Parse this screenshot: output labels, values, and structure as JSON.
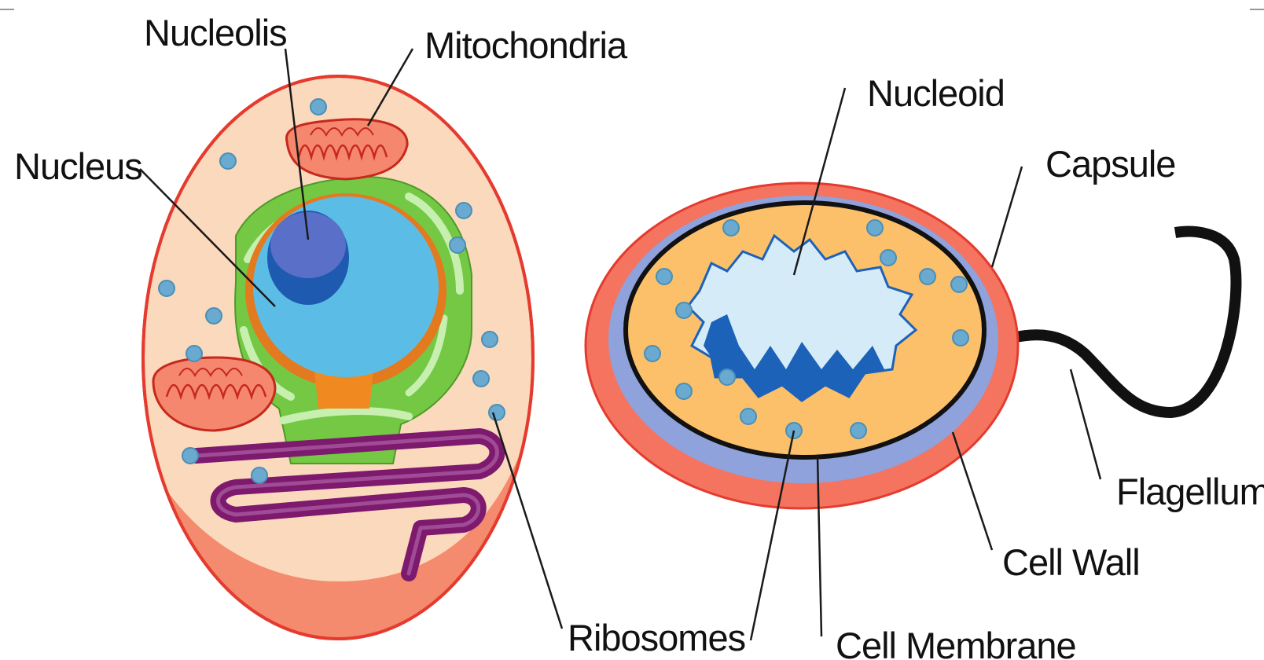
{
  "labels": {
    "nucleolis": "Nucleolis",
    "mitochondria": "Mitochondria",
    "nucleus": "Nucleus",
    "ribosomes": "Ribosomes",
    "nucleoid": "Nucleoid",
    "capsule": "Capsule",
    "flagellum": "Flagellum",
    "cell_wall": "Cell Wall",
    "cell_membrane": "Cell Membrane"
  },
  "colors": {
    "cell_outline": "#e53b2f",
    "cytoplasm_euk": "#fbd9bd",
    "cell_rim_euk": "#f48a6e",
    "nucleus_fill": "#5bbde6",
    "nucleolus_fill": "#5a6fc8",
    "nuclear_envelope": "#e37a1f",
    "er_green": "#74c843",
    "er_light": "#c7efb0",
    "golgi_purple": "#7d1a6e",
    "mito_fill": "#f4876e",
    "ribosome": "#6aaad0",
    "capsule_red": "#f4745f",
    "cell_wall_blue": "#8fa2dc",
    "cytoplasm_prok": "#fcc06a",
    "nucleoid_light": "#d5ecf8",
    "nucleoid_dark": "#1c62b8",
    "flagellum": "#111111"
  }
}
